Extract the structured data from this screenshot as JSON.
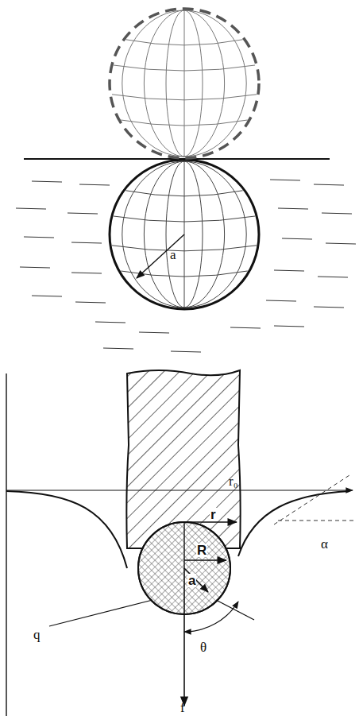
{
  "diagram": {
    "labels": [
      "a",
      "r₀",
      "r",
      "R",
      "a",
      "α",
      "q",
      "θ",
      "f"
    ]
  }
}
